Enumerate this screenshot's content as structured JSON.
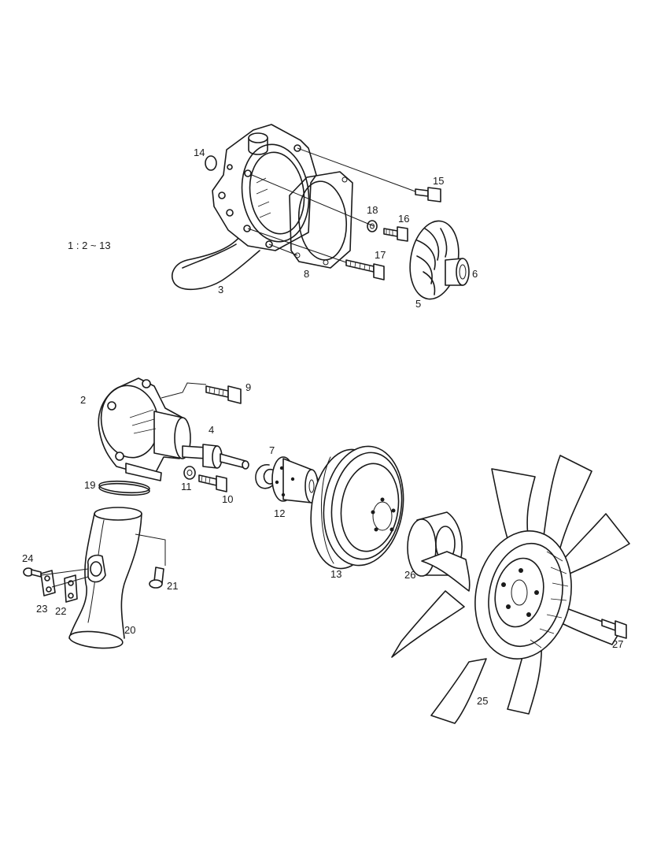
{
  "note": "1 : 2 ~ 13",
  "callouts": {
    "c1": "2",
    "c2": "3",
    "c3": "4",
    "c4": "5",
    "c5": "6",
    "c6": "7",
    "c7": "8",
    "c8": "9",
    "c9": "10",
    "c10": "11",
    "c11": "12",
    "c12": "13",
    "c13": "14",
    "c14": "15",
    "c15": "16",
    "c16": "17",
    "c17": "18",
    "c18": "19",
    "c19": "20",
    "c20": "21",
    "c21": "22",
    "c22": "23",
    "c23": "24",
    "c24": "25",
    "c25": "26",
    "c26": "27"
  }
}
